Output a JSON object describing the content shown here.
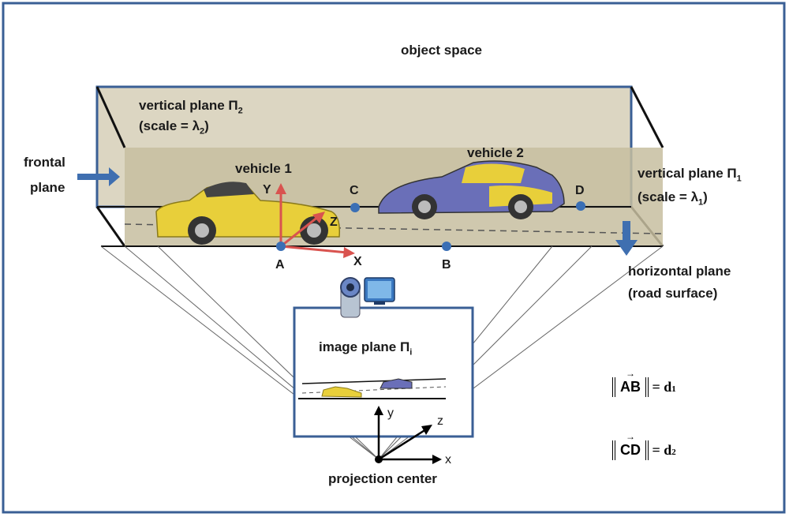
{
  "labels": {
    "object_space": "object space",
    "vertical_plane_2": "vertical plane Π",
    "vertical_plane_2_sub": "2",
    "scale_2": "(scale = λ",
    "scale_2_sub": "2",
    "scale_2_close": ")",
    "frontal_plane_1": "frontal",
    "frontal_plane_2": "plane",
    "vehicle_1": "vehicle 1",
    "vehicle_2": "vehicle 2",
    "vertical_plane_1": "vertical plane Π",
    "vertical_plane_1_sub": "1",
    "scale_1": "(scale = λ",
    "scale_1_sub": "1",
    "scale_1_close": ")",
    "horizontal_plane": "horizontal plane",
    "road_surface": "(road surface)",
    "image_plane": "image plane Π",
    "image_plane_sub": "i",
    "projection_center": "projection center"
  },
  "points": {
    "A": "A",
    "B": "B",
    "C": "C",
    "D": "D",
    "X": "X",
    "Y": "Y",
    "Z": "Z",
    "x": "x",
    "y": "y",
    "z": "z"
  },
  "equations": [
    {
      "vector": "AB",
      "rhs": "d",
      "sub": "1"
    },
    {
      "vector": "CD",
      "rhs": "d",
      "sub": "2"
    }
  ],
  "colors": {
    "frame_border": "#3a5f95",
    "plane_back": "#dcd6c2",
    "plane_front": "#c7bea0",
    "point_blue": "#3a6fb5",
    "axis_red": "#d9534f",
    "arrow_blue": "#3f6fb0",
    "vehicle_1_body": "#e8cf3a",
    "vehicle_2_body": "#6a6fb8"
  },
  "icons": [
    "camera-icon",
    "monitor-icon",
    "vehicle-1-icon",
    "vehicle-2-icon"
  ]
}
